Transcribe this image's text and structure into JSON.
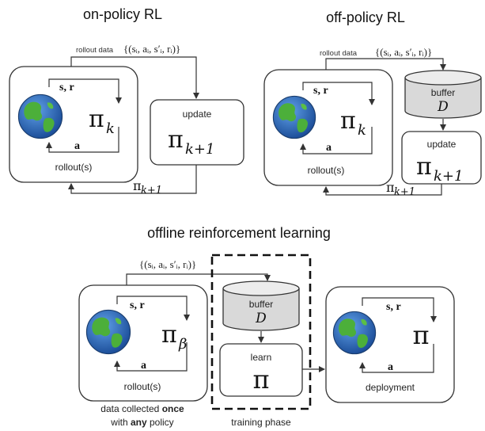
{
  "on_policy": {
    "title": "on-policy RL",
    "rollout_data_label": "rollout data",
    "tuple": "{(sᵢ, aᵢ, s′ᵢ, rᵢ)}",
    "state_reward": "s, r",
    "action": "a",
    "policy": "π",
    "policy_sub": "k",
    "rollout_label": "rollout(s)",
    "update_label": "update",
    "next_policy_sub": "k+1"
  },
  "off_policy": {
    "title": "off-policy RL",
    "rollout_data_label": "rollout data",
    "tuple": "{(sᵢ, aᵢ, s′ᵢ, rᵢ)}",
    "state_reward": "s, r",
    "action": "a",
    "policy": "π",
    "policy_sub": "k",
    "rollout_label": "rollout(s)",
    "buffer_label": "buffer",
    "buffer_symbol": "D",
    "update_label": "update",
    "next_policy_sub": "k+1"
  },
  "offline": {
    "title": "offline reinforcement learning",
    "tuple": "{(sᵢ, aᵢ, s′ᵢ, rᵢ)}",
    "state_reward": "s, r",
    "action": "a",
    "policy": "π",
    "behavior_sub": "β",
    "rollout_label": "rollout(s)",
    "buffer_label": "buffer",
    "buffer_symbol": "D",
    "learn_label": "learn",
    "deployment_label": "deployment",
    "caption_pre": "data collected ",
    "caption_once": "once",
    "caption_with": "with ",
    "caption_any": "any",
    "caption_post": " policy",
    "training_label": "training phase"
  },
  "colors": {
    "buffer_fill": "#d9d9d9",
    "ocean": "#2f6fc4",
    "land": "#4caf3a"
  }
}
